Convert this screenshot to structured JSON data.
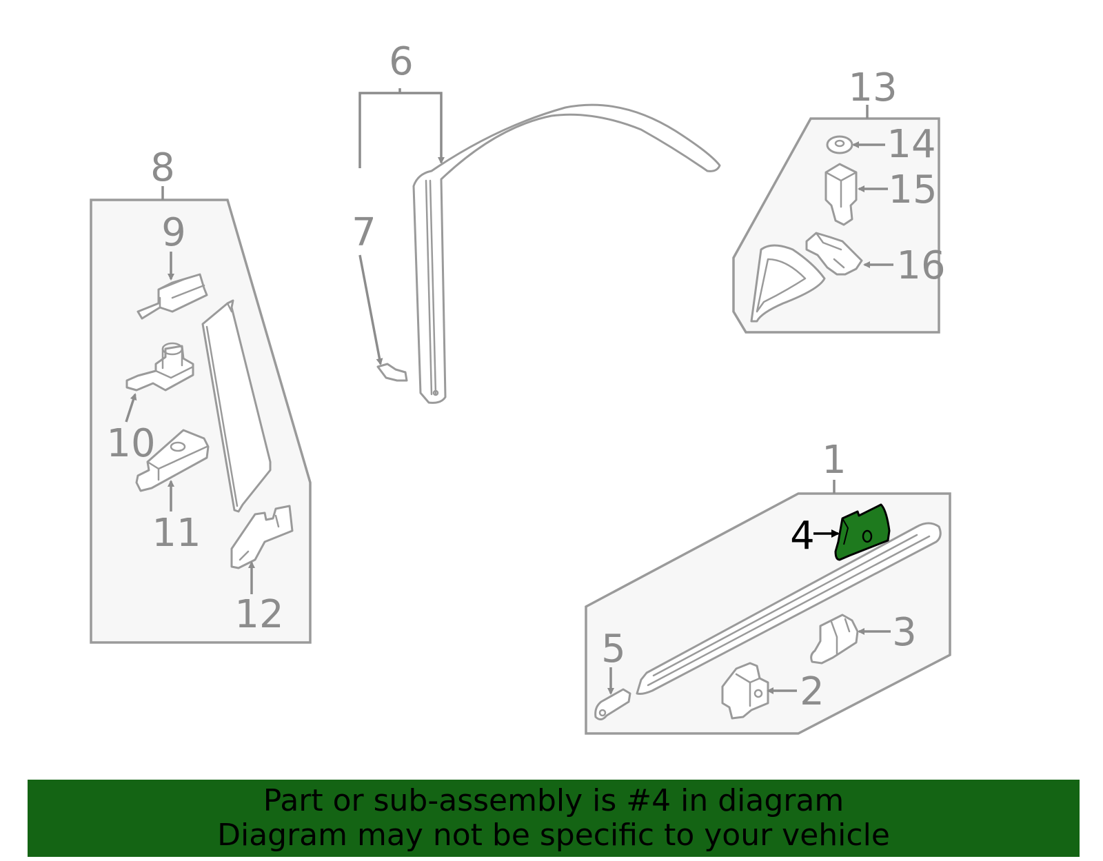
{
  "callouts": [
    {
      "id": "1",
      "label": "1"
    },
    {
      "id": "2",
      "label": "2"
    },
    {
      "id": "3",
      "label": "3"
    },
    {
      "id": "4",
      "label": "4"
    },
    {
      "id": "5",
      "label": "5"
    },
    {
      "id": "6",
      "label": "6"
    },
    {
      "id": "7",
      "label": "7"
    },
    {
      "id": "8",
      "label": "8"
    },
    {
      "id": "9",
      "label": "9"
    },
    {
      "id": "10",
      "label": "10"
    },
    {
      "id": "11",
      "label": "11"
    },
    {
      "id": "12",
      "label": "12"
    },
    {
      "id": "13",
      "label": "13"
    },
    {
      "id": "14",
      "label": "14"
    },
    {
      "id": "15",
      "label": "15"
    },
    {
      "id": "16",
      "label": "16"
    }
  ],
  "highlighted_part": "4",
  "colors": {
    "highlight": "#1e7a1e",
    "banner": "#146414",
    "line": "#8c8c8c",
    "box_fill": "#f7f7f7"
  },
  "banner": {
    "line1": "Part or sub-assembly is #4 in diagram",
    "line2": "Diagram may not be specific to your vehicle"
  }
}
